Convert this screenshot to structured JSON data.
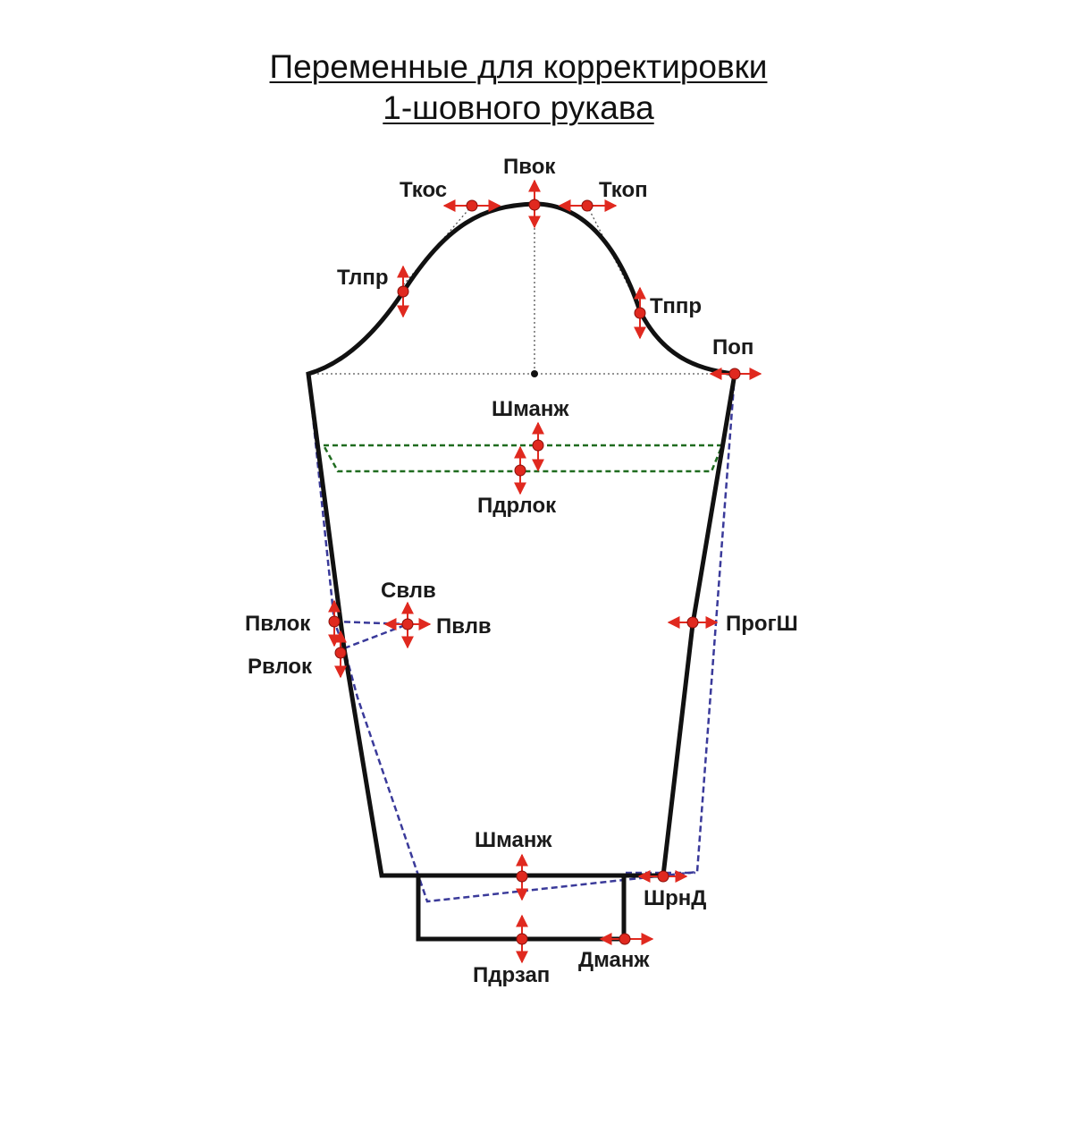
{
  "title": {
    "line1": "Переменные для корректировки",
    "line2": "1-шовного рукава"
  },
  "labels": {
    "pvok": "Пвок",
    "tkos": "Ткос",
    "tkop": "Ткоп",
    "tlpr": "Тлпр",
    "tppr": "Тппр",
    "pop": "Поп",
    "shmanzh_top": "Шманж",
    "pdrlok": "Пдрлок",
    "svlv": "Свлв",
    "pvlok": "Пвлок",
    "pvlv": "Пвлв",
    "rvlok": "Рвлок",
    "progsh": "ПрогШ",
    "shmanzh_bottom": "Шманж",
    "shrnd": "ШрнД",
    "pdrzap": "Пдрзап",
    "dmanzh": "Дманж"
  },
  "colors": {
    "outline": "#111111",
    "control_point": "#e0291f",
    "correction_line": "#3a3a9a",
    "guide_line": "#1f6b1f"
  }
}
